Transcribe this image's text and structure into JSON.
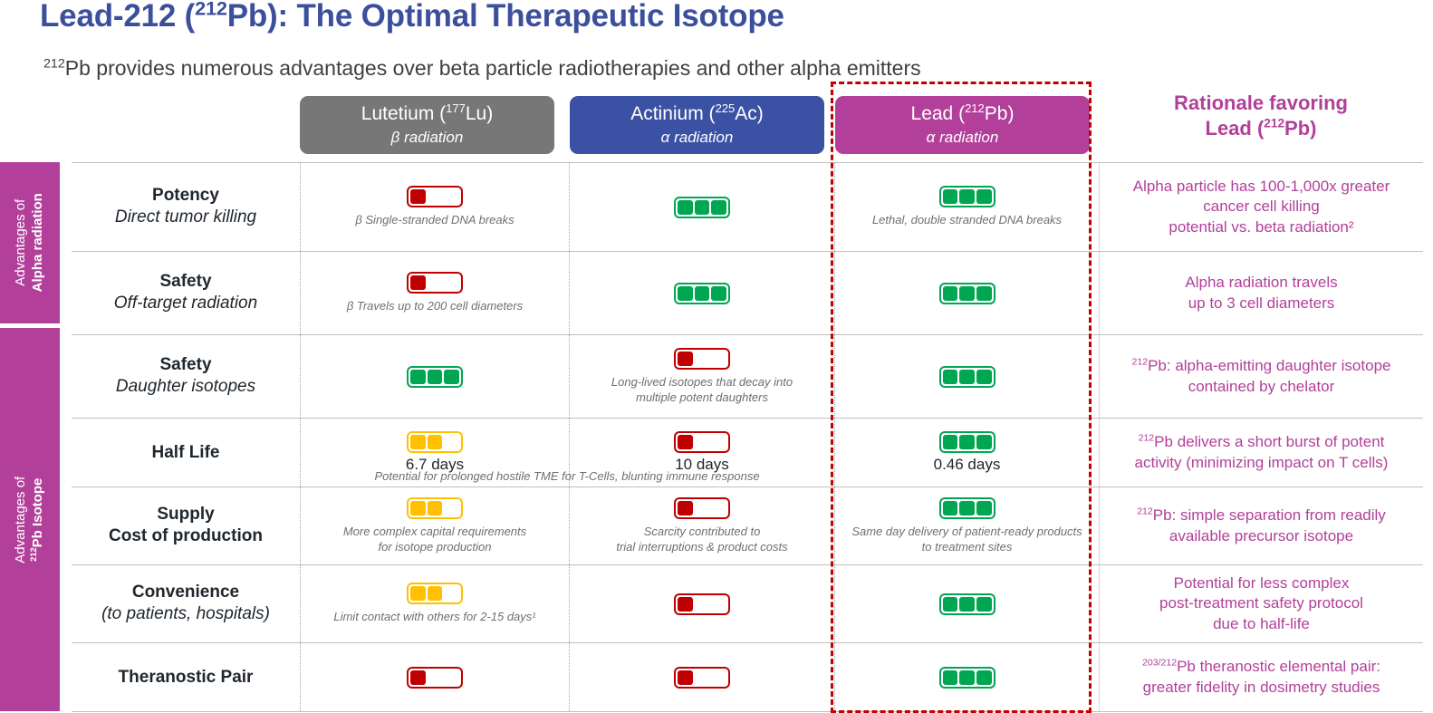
{
  "title": {
    "prefix": "Lead-212 (",
    "sup": "212",
    "suffix": "Pb): The Optimal Therapeutic Isotope"
  },
  "subtitle": {
    "sup": "212",
    "text": "Pb provides numerous advantages over beta particle radiotherapies and other alpha emitters"
  },
  "colors": {
    "lutetium": "#777777",
    "actinium": "#3b52a4",
    "lead": "#b2409a",
    "highlight_dash": "#c00000",
    "rating_red": "#c00000",
    "rating_amber": "#ffc000",
    "rating_green": "#00a651",
    "title_blue": "#3b4f9c",
    "rationale_magenta": "#b2409a"
  },
  "columns": [
    {
      "name": "Lutetium (",
      "sup": "177",
      "name_end": "Lu)",
      "radiation": "β radiation"
    },
    {
      "name": "Actinium (",
      "sup": "225",
      "name_end": "Ac)",
      "radiation": "α radiation"
    },
    {
      "name": "Lead (",
      "sup": "212",
      "name_end": "Pb)",
      "radiation": "α radiation"
    }
  ],
  "rationale_header": {
    "line1": "Rationale favoring",
    "line2_prefix": "Lead (",
    "line2_sup": "212",
    "line2_suffix": "Pb)"
  },
  "side_bands": [
    {
      "line1": "Advantages of",
      "line2": "Alpha radiation"
    },
    {
      "line1": "Advantages of",
      "line2_sup": "212",
      "line2": "Pb Isotope"
    }
  ],
  "rows": [
    {
      "label_main": "Potency",
      "label_sub": "Direct tumor killing",
      "lu": {
        "rating": 1,
        "rating_color": "red",
        "caption": "β  Single-stranded DNA breaks",
        "value": ""
      },
      "ac": {
        "rating": 3,
        "rating_color": "green",
        "caption": "",
        "value": ""
      },
      "pb": {
        "rating": 3,
        "rating_color": "green",
        "caption": "Lethal, double stranded DNA breaks",
        "value": ""
      },
      "rationale": [
        "Alpha particle has 100-1,000x greater",
        "cancer cell killing",
        "potential vs. beta radiation²"
      ]
    },
    {
      "label_main": "Safety",
      "label_sub": "Off-target radiation",
      "lu": {
        "rating": 1,
        "rating_color": "red",
        "caption": "β  Travels up to 200 cell diameters",
        "value": ""
      },
      "ac": {
        "rating": 3,
        "rating_color": "green",
        "caption": "",
        "value": ""
      },
      "pb": {
        "rating": 3,
        "rating_color": "green",
        "caption": "",
        "value": ""
      },
      "rationale": [
        "Alpha radiation travels",
        "up to 3 cell diameters"
      ]
    },
    {
      "label_main": "Safety",
      "label_sub": "Daughter isotopes",
      "lu": {
        "rating": 3,
        "rating_color": "green",
        "caption": "",
        "value": ""
      },
      "ac": {
        "rating": 1,
        "rating_color": "red",
        "caption": "Long-lived isotopes that decay into\nmultiple potent daughters",
        "value": ""
      },
      "pb": {
        "rating": 3,
        "rating_color": "green",
        "caption": "",
        "value": ""
      },
      "rationale_sup": "212",
      "rationale": [
        "Pb: alpha-emitting daughter isotope",
        "contained by chelator"
      ]
    },
    {
      "label_main": "Half Life",
      "label_sub": "",
      "lu": {
        "rating": 2,
        "rating_color": "amber",
        "caption": "",
        "value": "6.7 days"
      },
      "ac": {
        "rating": 1,
        "rating_color": "red",
        "caption": "",
        "value": "10 days"
      },
      "pb": {
        "rating": 3,
        "rating_color": "green",
        "caption": "",
        "value": "0.46 days"
      },
      "span_caption": "Potential for prolonged hostile TME for T-Cells, blunting immune response",
      "rationale_sup": "212",
      "rationale": [
        "Pb delivers a short burst of potent",
        "activity (minimizing impact on T cells)"
      ]
    },
    {
      "label_main": "Supply",
      "label_sub": "Cost of production",
      "label_sub_bold": true,
      "lu": {
        "rating": 2,
        "rating_color": "amber",
        "caption": "More complex capital requirements\nfor isotope production",
        "value": ""
      },
      "ac": {
        "rating": 1,
        "rating_color": "red",
        "caption": "Scarcity contributed to\ntrial interruptions & product costs",
        "value": ""
      },
      "pb": {
        "rating": 3,
        "rating_color": "green",
        "caption": "Same day delivery of patient-ready products\nto treatment sites",
        "value": ""
      },
      "rationale_sup": "212",
      "rationale": [
        "Pb: simple separation from readily",
        "available precursor isotope"
      ]
    },
    {
      "label_main": "Convenience",
      "label_sub": "(to patients, hospitals)",
      "lu": {
        "rating": 2,
        "rating_color": "amber",
        "caption": "Limit contact with others for 2-15 days¹",
        "value": ""
      },
      "ac": {
        "rating": 1,
        "rating_color": "red",
        "caption": "",
        "value": ""
      },
      "pb": {
        "rating": 3,
        "rating_color": "green",
        "caption": "",
        "value": ""
      },
      "rationale": [
        "Potential for less complex",
        "post-treatment safety protocol",
        "due to half-life"
      ]
    },
    {
      "label_main": "Theranostic Pair",
      "label_sub": "",
      "lu": {
        "rating": 1,
        "rating_color": "red",
        "caption": "",
        "value": ""
      },
      "ac": {
        "rating": 1,
        "rating_color": "red",
        "caption": "",
        "value": ""
      },
      "pb": {
        "rating": 3,
        "rating_color": "green",
        "caption": "",
        "value": ""
      },
      "rationale_sup": "203/212",
      "rationale": [
        "Pb theranostic elemental pair:",
        "greater fidelity in dosimetry studies"
      ]
    }
  ]
}
